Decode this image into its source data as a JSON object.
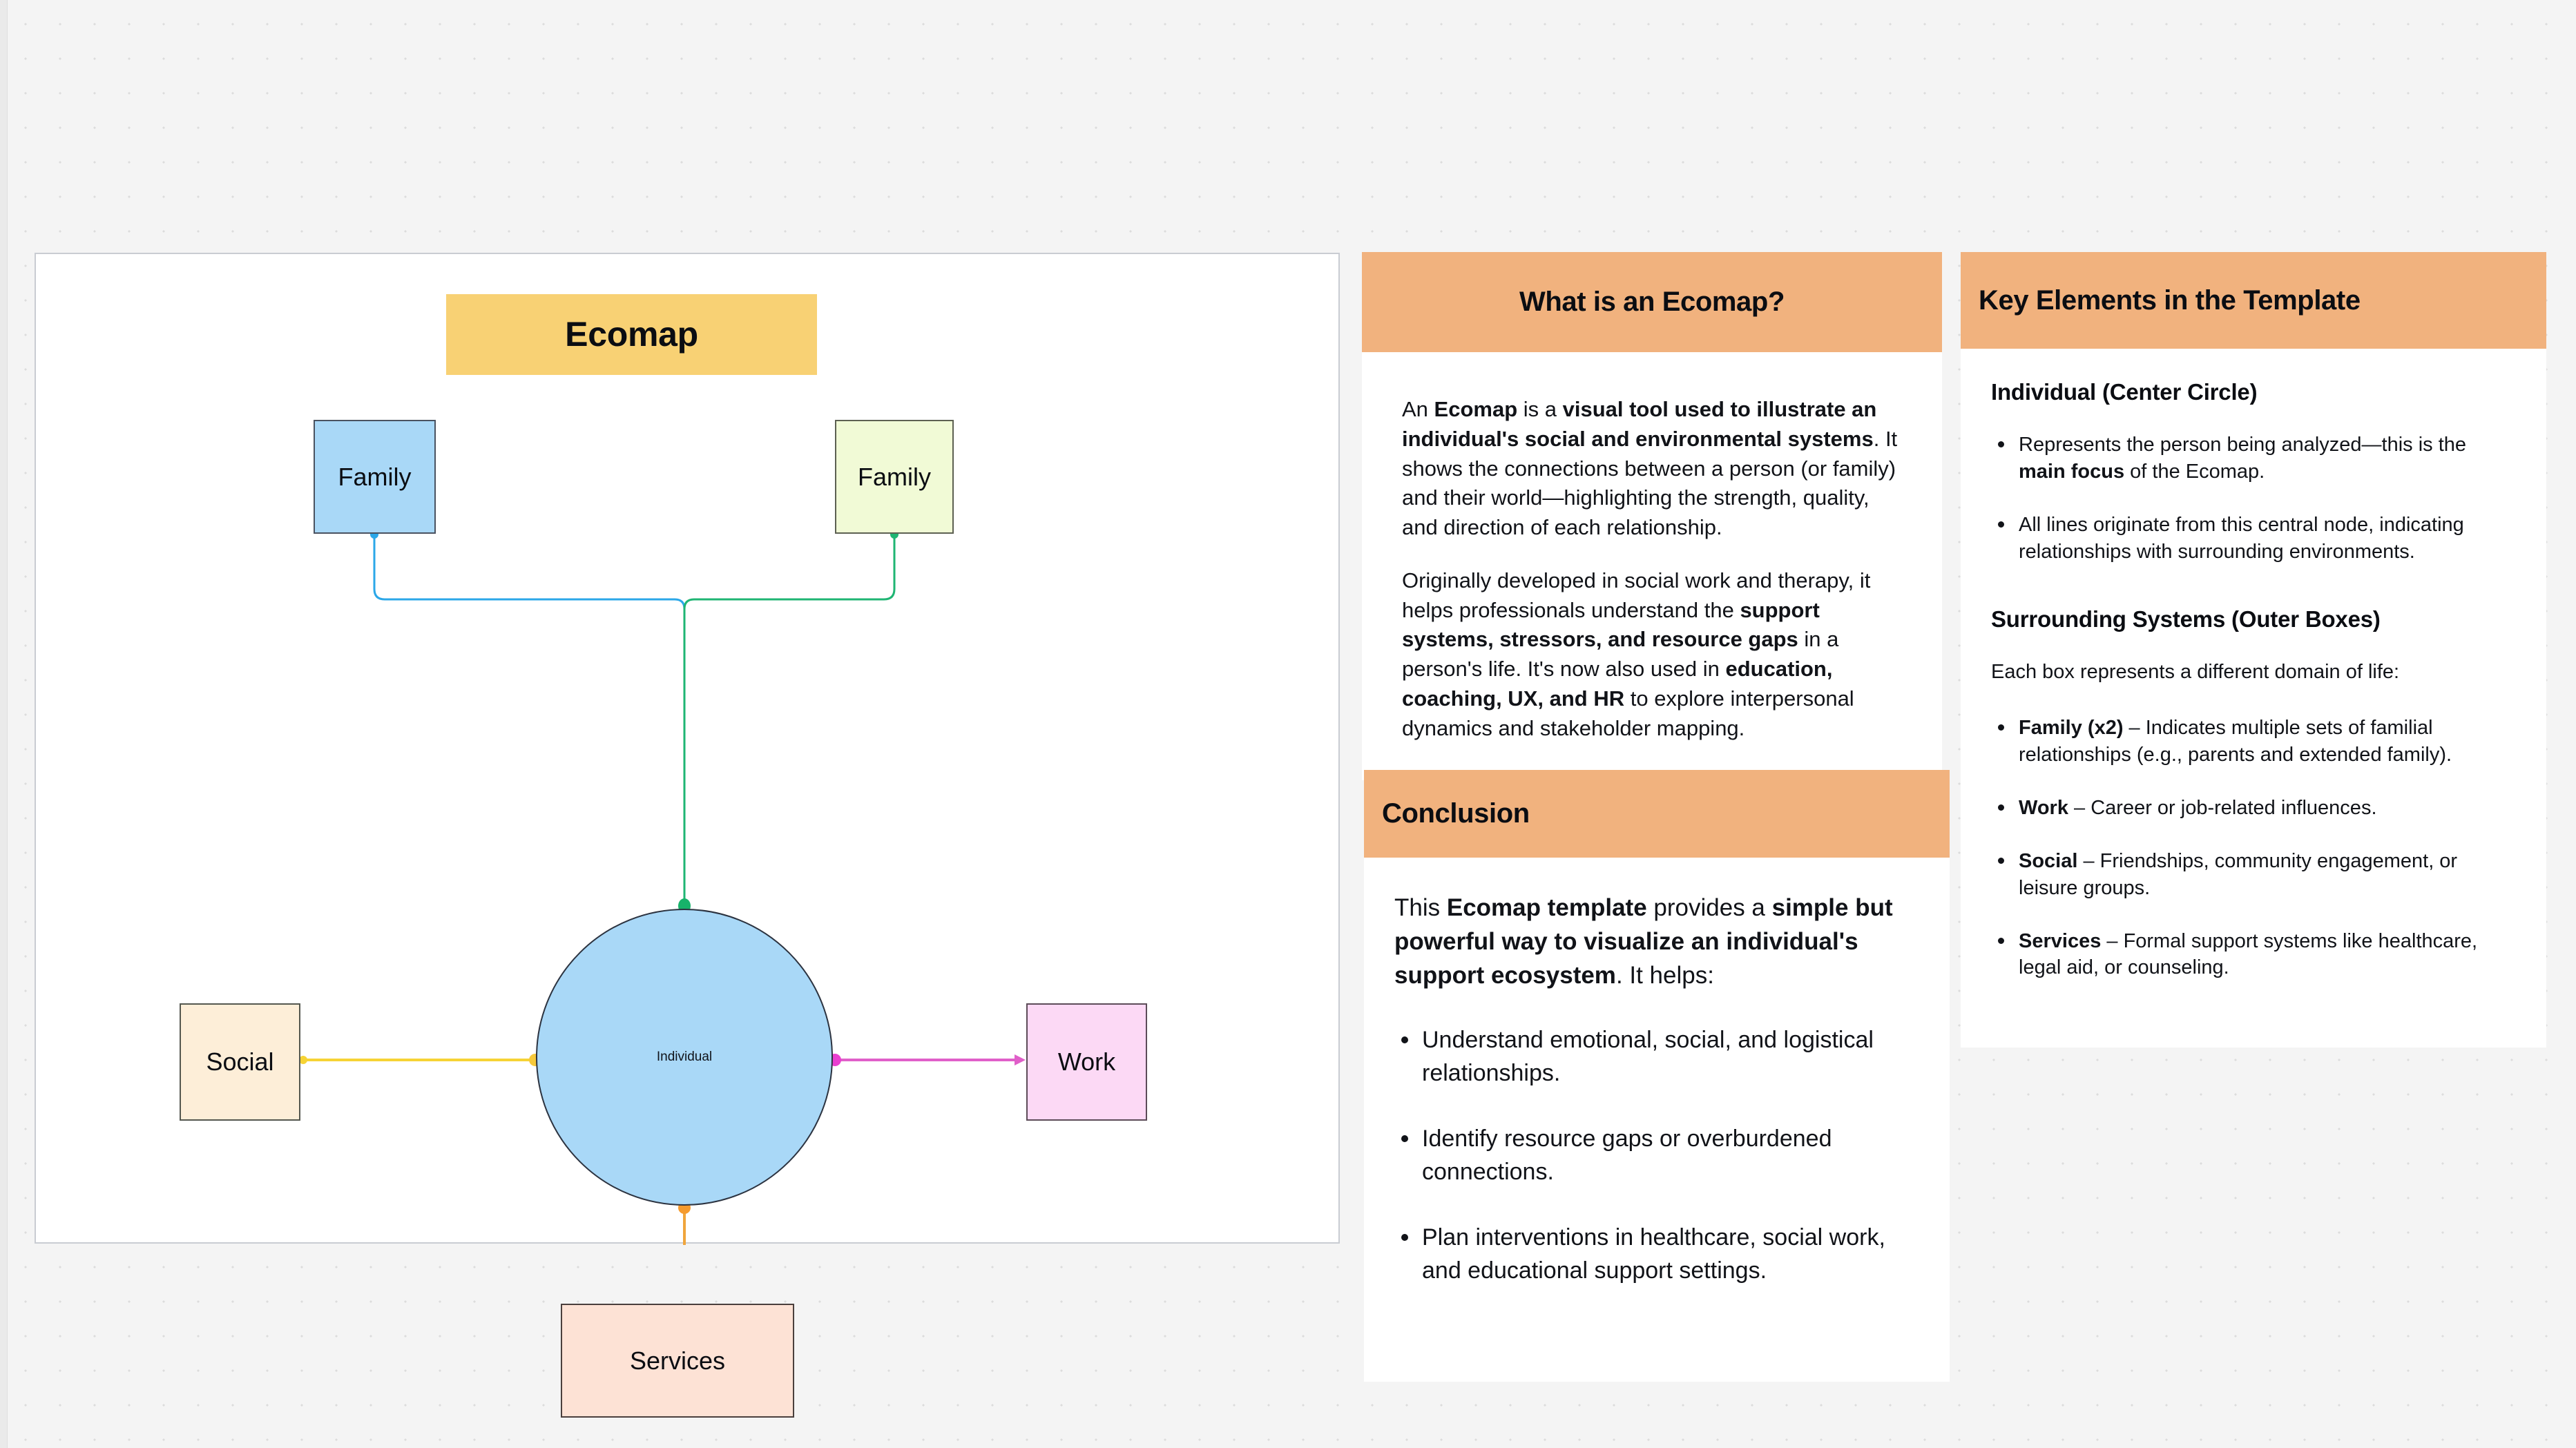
{
  "diagram": {
    "title": "Ecomap",
    "nodes": {
      "family_left": "Family",
      "family_right": "Family",
      "social": "Social",
      "work": "Work",
      "services": "Services",
      "individual": "Individual"
    },
    "colors": {
      "title_box": "#f8d174",
      "family_left_box": "#a9d8f7",
      "family_right_box": "#f1fad6",
      "social_box": "#fdeed8",
      "work_box": "#fcd9f5",
      "services_box": "#fde2d5",
      "individual_circle": "#a9d8f7",
      "connector_family_left": "#2ba7e8",
      "connector_family_right": "#1fb573",
      "connector_social": "#f6d335",
      "connector_work": "#e05fc9",
      "connector_services": "#f0a53c"
    }
  },
  "panel_what": {
    "title": "What is an Ecomap?",
    "paragraph_1": {
      "pre": "An ",
      "b1": "Ecomap",
      "mid1": " is a ",
      "b2": "visual tool used to illustrate an individual's social and environmental systems",
      "rest": ". It shows the connections between a person (or family) and their world—highlighting the strength, quality, and direction of each relationship."
    },
    "paragraph_2": {
      "pre": "Originally developed in social work and therapy, it helps professionals understand the ",
      "b1": "support systems, stressors, and resource gaps",
      "mid1": " in a person's life. It's now also used in ",
      "b2": "education, coaching, UX, and HR",
      "rest": " to explore interpersonal dynamics and stakeholder mapping."
    }
  },
  "panel_conclusion": {
    "title": "Conclusion",
    "intro": {
      "pre": "This ",
      "b1": "Ecomap template",
      "mid1": " provides a ",
      "b2": "simple but powerful way to visualize an individual's support ecosystem",
      "rest": ". It helps:"
    },
    "bullets": [
      "Understand emotional, social, and logistical relationships.",
      "Identify resource gaps or overburdened connections.",
      "Plan interventions in healthcare, social work, and educational support settings."
    ]
  },
  "panel_key": {
    "title": "Key Elements in the Template",
    "section_1_heading": "Individual (Center Circle)",
    "section_1_bullets": [
      {
        "pre": "Represents the person being analyzed—this is the ",
        "b": "main focus",
        "post": " of the Ecomap."
      },
      {
        "pre": "All lines originate from this central node, indicating relationships with surrounding environments.",
        "b": "",
        "post": ""
      }
    ],
    "section_2_heading": "Surrounding Systems (Outer Boxes)",
    "section_2_lead": "Each box represents a different domain of life:",
    "section_2_bullets": [
      {
        "b": "Family (x2)",
        "post": " – Indicates multiple sets of familial relationships (e.g., parents and extended family)."
      },
      {
        "b": "Work",
        "post": " – Career or job-related influences."
      },
      {
        "b": "Social",
        "post": " – Friendships, community engagement, or leisure groups."
      },
      {
        "b": "Services",
        "post": " – Formal support systems like healthcare, legal aid, or counseling."
      }
    ]
  }
}
